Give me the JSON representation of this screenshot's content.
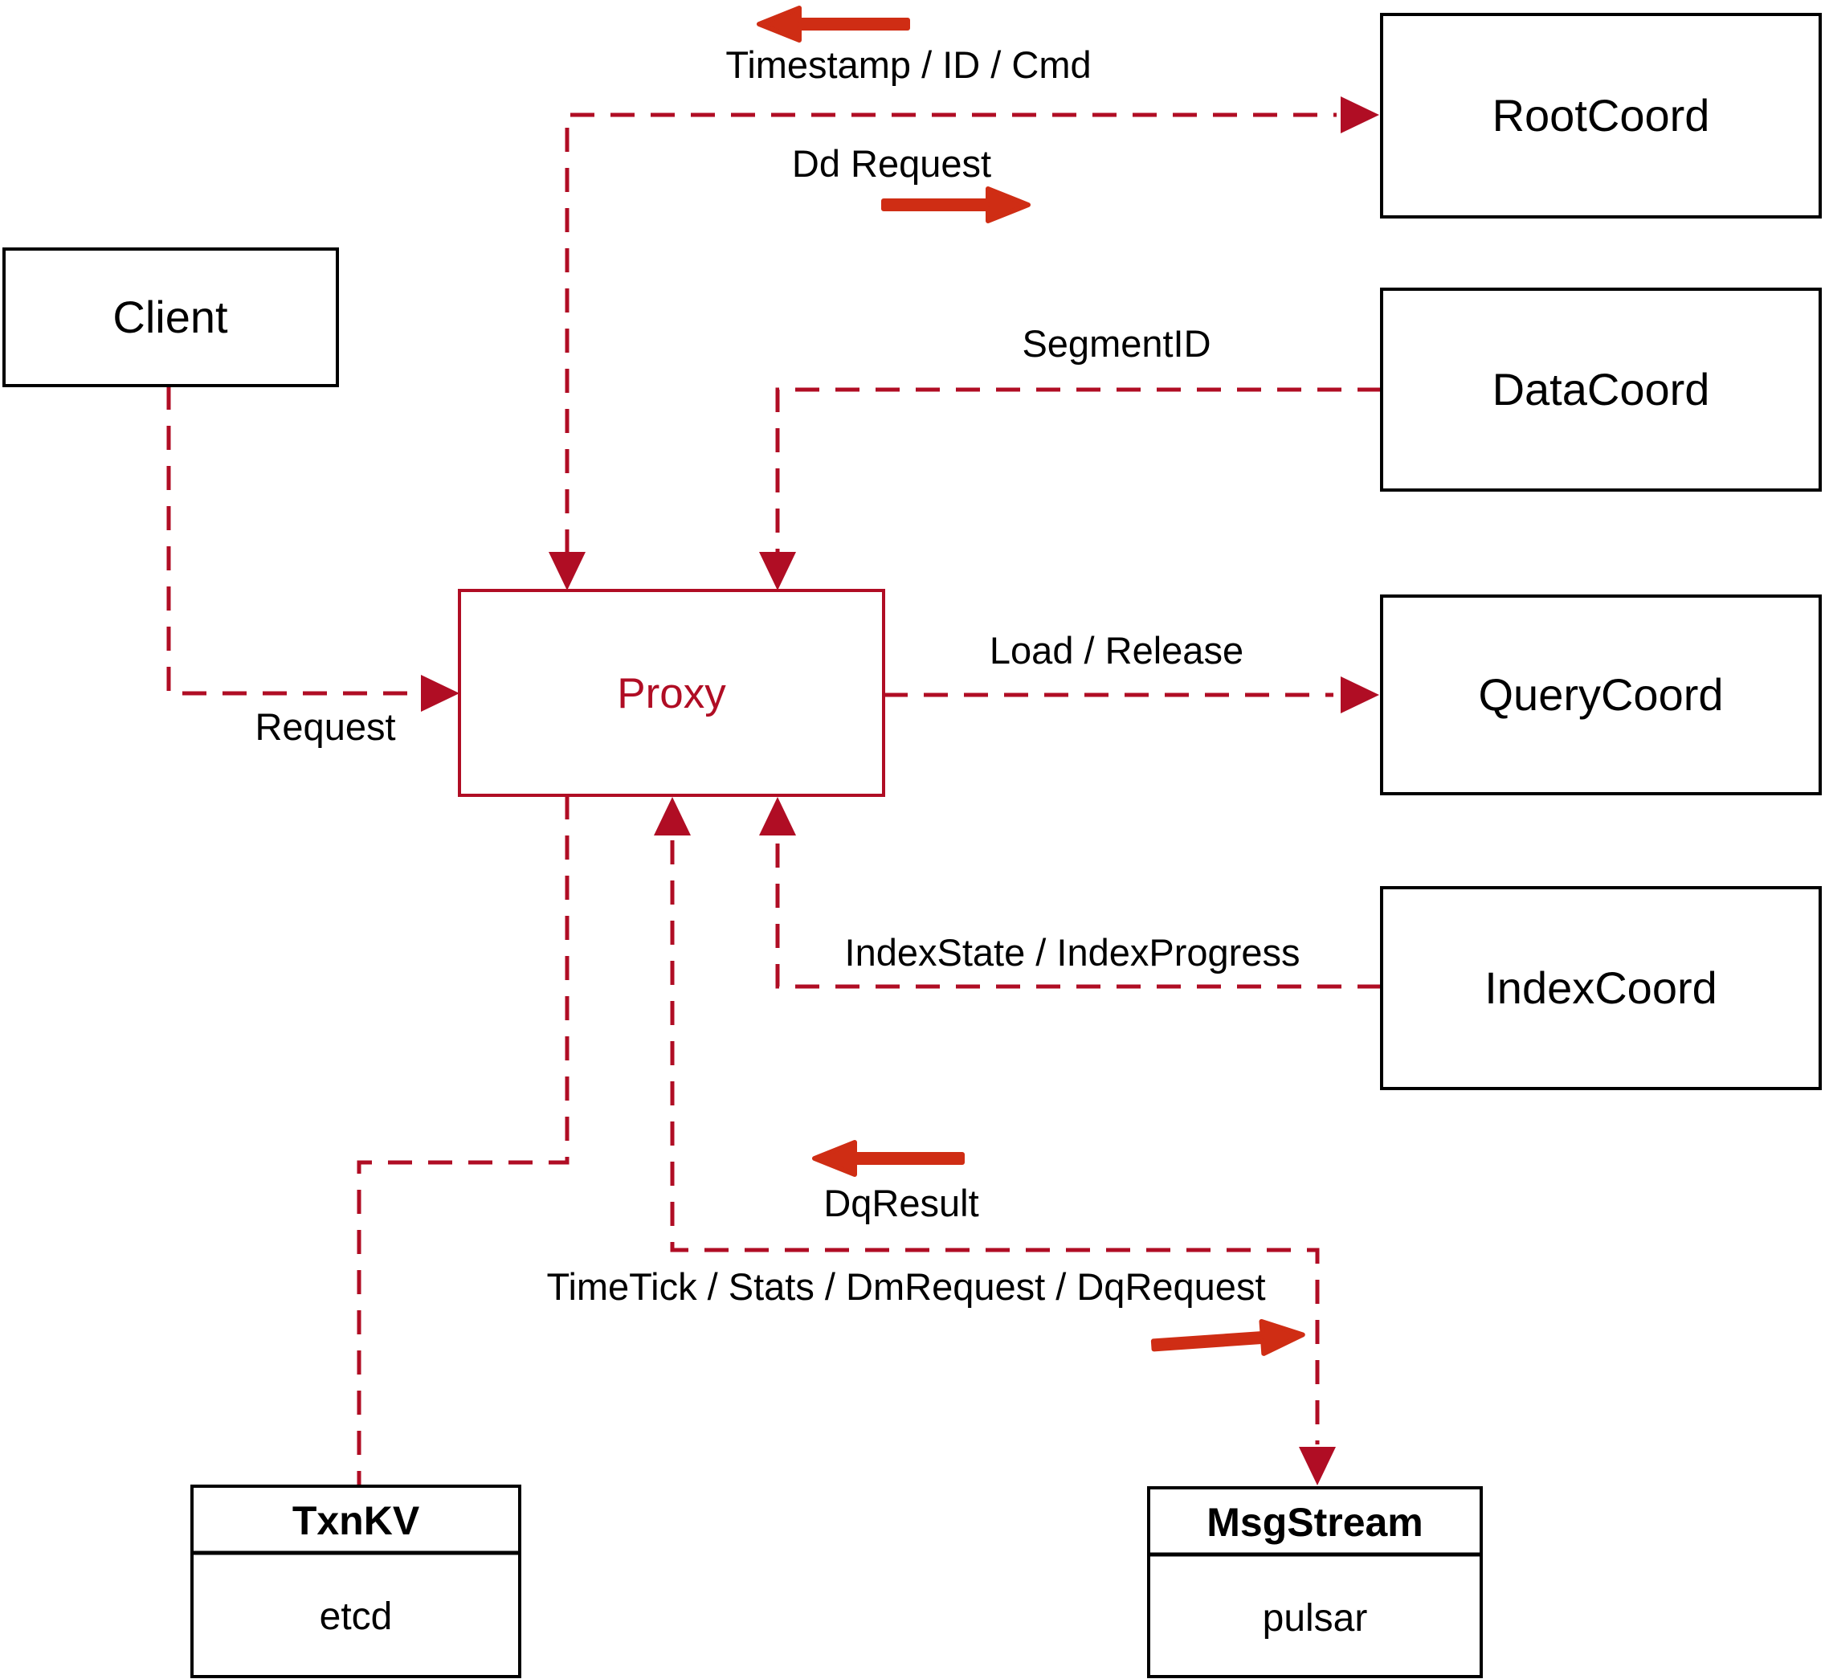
{
  "diagram": {
    "nodes": {
      "client": {
        "label": "Client"
      },
      "proxy": {
        "label": "Proxy"
      },
      "rootcoord": {
        "label": "RootCoord"
      },
      "datacoord": {
        "label": "DataCoord"
      },
      "querycoord": {
        "label": "QueryCoord"
      },
      "indexcoord": {
        "label": "IndexCoord"
      },
      "txnkv": {
        "title": "TxnKV",
        "impl": "etcd"
      },
      "msgstream": {
        "title": "MsgStream",
        "impl": "pulsar"
      }
    },
    "edge_labels": {
      "timestamp_id_cmd": "Timestamp / ID / Cmd",
      "dd_request": "Dd Request",
      "segment_id": "SegmentID",
      "load_release": "Load / Release",
      "index_state_progress": "IndexState / IndexProgress",
      "request": "Request",
      "dq_result": "DqResult",
      "time_tick": "TimeTick / Stats / DmRequest / DqRequest"
    },
    "colors": {
      "dashed_line": "#b00d24",
      "solid_arrow": "#cf2d14",
      "box_border": "#000000",
      "text": "#000000",
      "background": "#ffffff"
    }
  }
}
